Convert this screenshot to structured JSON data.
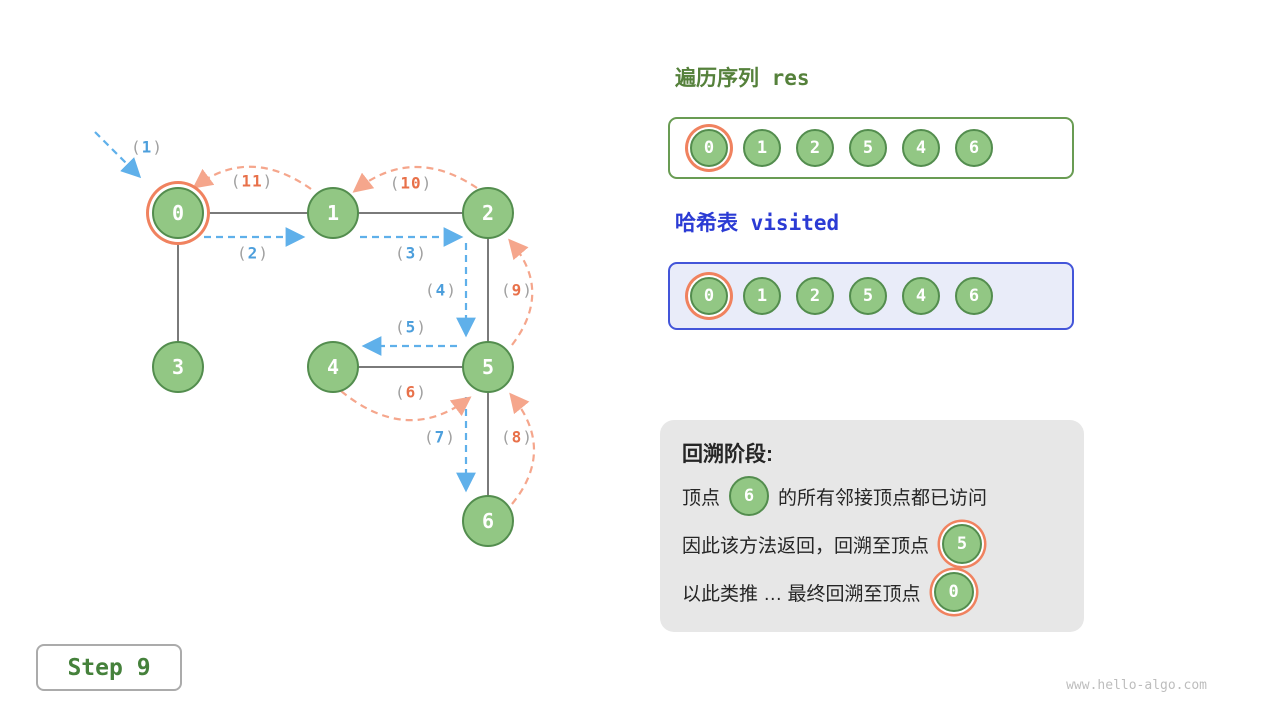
{
  "punct": {
    "open": "(",
    "close": ")"
  },
  "graph": {
    "nodes": {
      "n0": "0",
      "n1": "1",
      "n2": "2",
      "n3": "3",
      "n4": "4",
      "n5": "5",
      "n6": "6"
    },
    "highlighted_node": "0",
    "edges": [
      [
        "0",
        "1"
      ],
      [
        "1",
        "2"
      ],
      [
        "0",
        "3"
      ],
      [
        "4",
        "5"
      ],
      [
        "2",
        "5"
      ],
      [
        "5",
        "6"
      ]
    ],
    "arrow_labels": {
      "s1": "1",
      "s2": "2",
      "s3": "3",
      "s4": "4",
      "s5": "5",
      "s6": "6",
      "s7": "7",
      "s8": "8",
      "s9": "9",
      "s10": "10",
      "s11": "11"
    }
  },
  "res_panel": {
    "title": "遍历序列 res",
    "values": [
      "0",
      "1",
      "2",
      "5",
      "4",
      "6"
    ]
  },
  "visited_panel": {
    "title": "哈希表 visited",
    "values": [
      "0",
      "1",
      "2",
      "5",
      "4",
      "6"
    ]
  },
  "backtrack_panel": {
    "title": "回溯阶段:",
    "line1_pre": "顶点",
    "line1_node": "6",
    "line1_post": "的所有邻接顶点都已访问",
    "line2_pre": "因此该方法返回，回溯至顶点",
    "line2_node": "5",
    "line3_pre": "以此类推 … 最终回溯至顶点",
    "line3_node": "0"
  },
  "step_badge": "Step 9",
  "watermark": "www.hello-algo.com",
  "colors": {
    "node_fill": "#92C784",
    "node_border": "#538D4E",
    "highlight_ring": "#F0825F",
    "forward_arrow": "#5FB0EA",
    "backtrack_arrow": "#F5A68C",
    "edge": "#7A7A7A",
    "res_border": "#699C53",
    "res_title": "#55813B",
    "visited_border": "#4355D9",
    "visited_bg": "#E9ECF9",
    "visited_title": "#2B3BD4",
    "panel_bg": "#E7E7E7",
    "step_text": "#45813B"
  }
}
